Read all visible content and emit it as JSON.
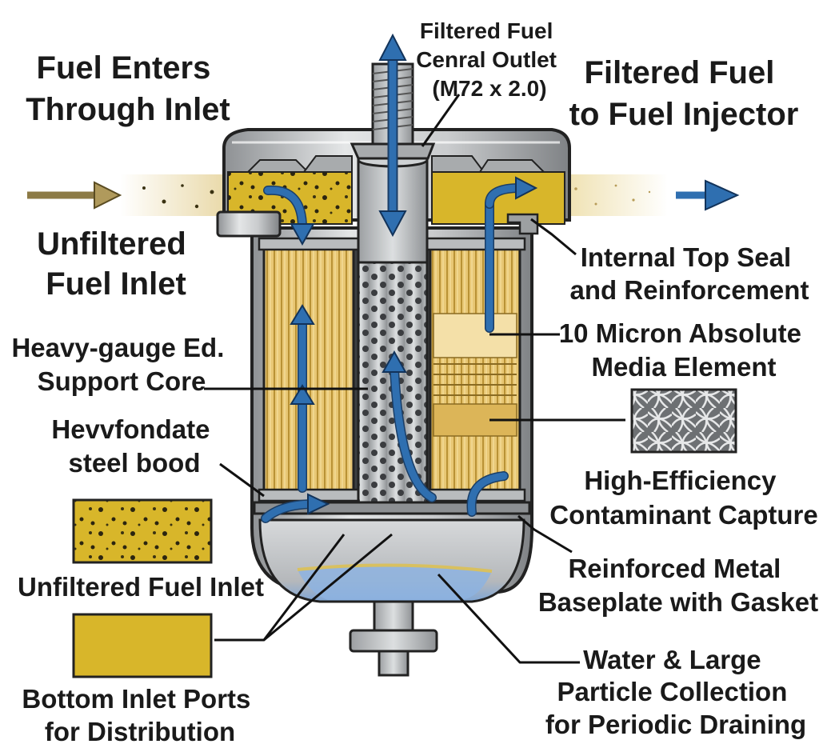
{
  "labels": {
    "fuel_enters": [
      "Fuel Enters",
      "Through Inlet"
    ],
    "filtered_outlet": [
      "Filtered Fuel",
      "Cenral Outlet",
      "(M72 x 2.0)"
    ],
    "to_injector": [
      "Filtered Fuel",
      "to Fuel Injector"
    ],
    "unfiltered_inlet_top": [
      "Unfiltered",
      "Fuel Inlet"
    ],
    "top_seal": [
      "Internal Top Seal",
      "and Reinforcement"
    ],
    "micron_element": [
      "10 Micron Absolute",
      "Media Element"
    ],
    "support_core": [
      "Heavy-gauge Ed.",
      "Support Core"
    ],
    "steel_bood": [
      "Hevvfondate",
      "steel bood"
    ],
    "high_efficiency": [
      "High-Efficiency",
      "Contaminant Capture"
    ],
    "unfiltered_legend": [
      "Unfiltered Fuel Inlet"
    ],
    "baseplate": [
      "Reinforced Metal",
      "Baseplate with Gasket"
    ],
    "water_collection": [
      "Water & Large",
      "Particle Collection",
      "for Periodic Draining"
    ],
    "bottom_ports": [
      "Bottom Inlet Ports",
      "for Distribution"
    ]
  },
  "colors": {
    "fuel_yellow": "#d8b62a",
    "media_tan": "#e8c774",
    "steel": "#b9bcbe",
    "flow_arrow": "#2f6fb0",
    "inlet_arrow": "#b09a5c"
  },
  "icons": [
    "inlet-arrow-icon",
    "outlet-arrow-icon",
    "flow-arrow-icon",
    "media-mesh-icon"
  ]
}
